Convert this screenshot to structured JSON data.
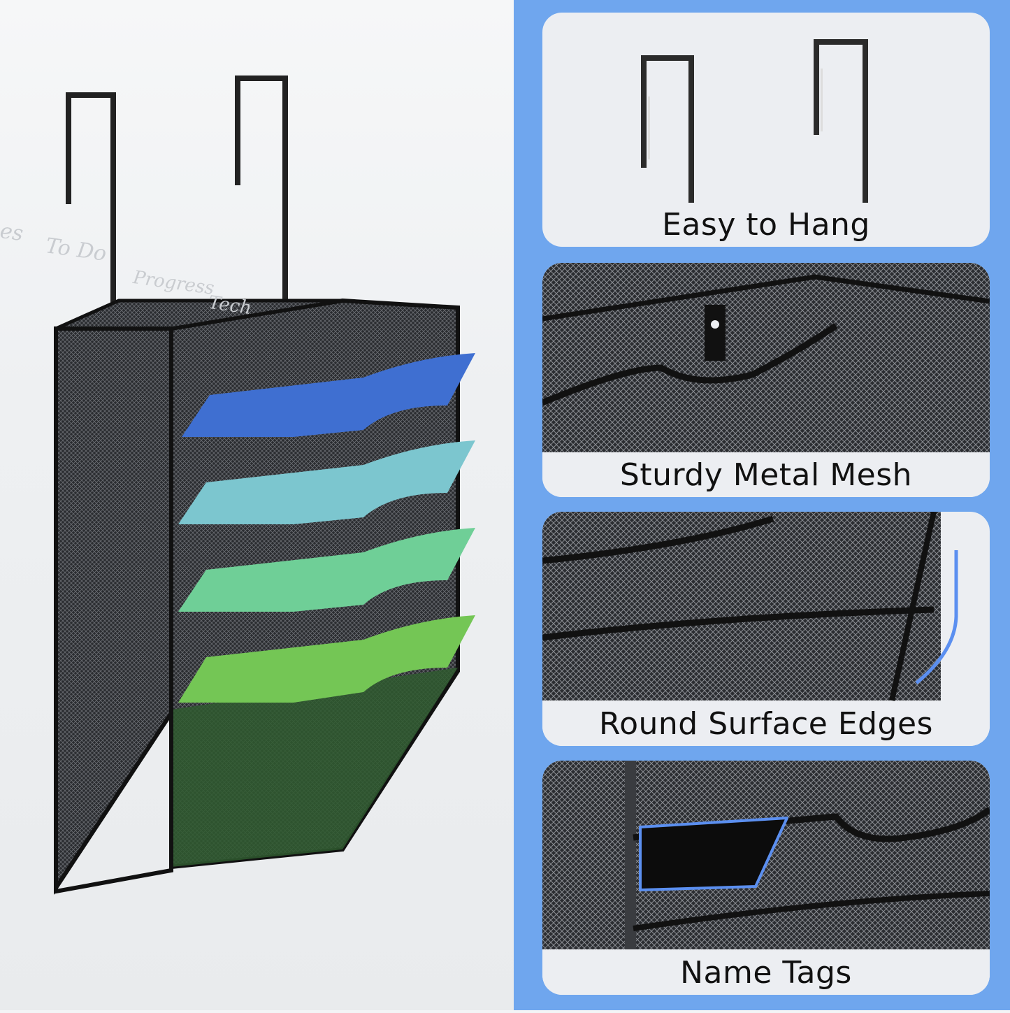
{
  "background_board_text": [
    "es",
    "To Do",
    "Progress",
    "Tech"
  ],
  "features": [
    {
      "label": "Easy to Hang",
      "icon": "hooks-icon"
    },
    {
      "label": "Sturdy Metal Mesh",
      "icon": "mesh-icon"
    },
    {
      "label": "Round Surface Edges",
      "icon": "rounded-edge-icon"
    },
    {
      "label": "Name Tags",
      "icon": "name-tag-icon"
    }
  ],
  "colors": {
    "accent_blue": "#6fa6ee",
    "panel_bg": "#eceef2",
    "folder_colors": [
      "#3f6fd1",
      "#7cc6cf",
      "#6fcf97",
      "#74c655"
    ]
  }
}
